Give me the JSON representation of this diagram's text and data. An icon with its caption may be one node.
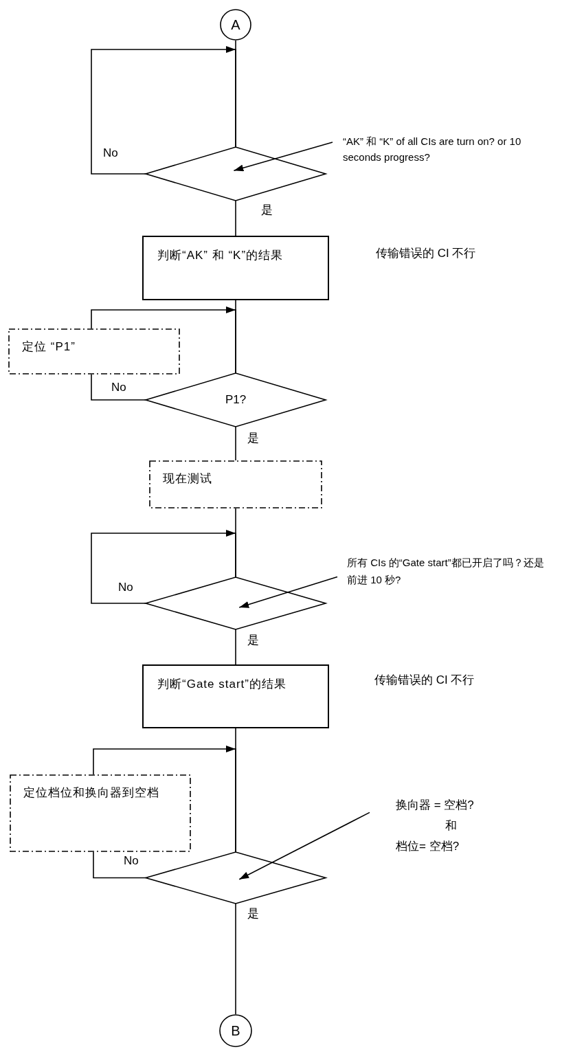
{
  "diagram": {
    "nodes": [
      {
        "text": [
          "A"
        ]
      },
      {
        "text": [],
        "shape": "diamond"
      },
      {
        "text": [
          "“AK” 和 “K” of all CIs are turn on? or 10 seconds progress?"
        ]
      },
      {
        "text": [
          "判断“AK” 和 “K”的结果"
        ],
        "beside": [
          "传输错误的 CI 不行"
        ]
      },
      {
        "text": [
          "定位 “P1”"
        ]
      },
      {
        "text": [
          "P1?"
        ]
      },
      {
        "text": [
          "现在测试"
        ]
      },
      {
        "text": [],
        "shape": "diamond"
      },
      {
        "text": [
          "所有 CIs 的“Gate start”都已开启了吗？还是前进 10 秒?"
        ]
      },
      {
        "text": [
          "判断“Gate start”的结果"
        ],
        "beside": [
          "传输错误的 CI 不行"
        ]
      },
      {
        "text": [
          "定位档位和换向器到空档"
        ]
      },
      {
        "text": [],
        "shape": "diamond"
      },
      {
        "text": [
          "换向器 = 空档?",
          "和",
          "档位= 空档?"
        ]
      },
      {
        "text": [
          "B"
        ]
      }
    ],
    "edges": [
      {
        "from": 0,
        "to": 1,
        "arrow": "none"
      },
      {
        "from": 1,
        "to": 1,
        "arrow": "to",
        "label": "No"
      },
      {
        "from": 2,
        "to": 1,
        "arrow": "to"
      },
      {
        "from": 1,
        "to": 3,
        "arrow": "none",
        "label": "是"
      },
      {
        "from": 3,
        "to": 5,
        "arrow": "none"
      },
      {
        "from": 5,
        "to": 4,
        "arrow": "none",
        "label": "No"
      },
      {
        "from": 4,
        "to": 5,
        "arrow": "to"
      },
      {
        "from": 5,
        "to": 6,
        "arrow": "none",
        "label": "是"
      },
      {
        "from": 6,
        "to": 7,
        "arrow": "none"
      },
      {
        "from": 7,
        "to": 7,
        "arrow": "to",
        "label": "No"
      },
      {
        "from": 8,
        "to": 7,
        "arrow": "to"
      },
      {
        "from": 7,
        "to": 9,
        "arrow": "none",
        "label": "是"
      },
      {
        "from": 9,
        "to": 11,
        "arrow": "none"
      },
      {
        "from": 11,
        "to": 10,
        "arrow": "none",
        "label": "No"
      },
      {
        "from": 10,
        "to": 11,
        "arrow": "to"
      },
      {
        "from": 12,
        "to": 11,
        "arrow": "to"
      },
      {
        "from": 11,
        "to": 13,
        "arrow": "none",
        "label": "是"
      }
    ]
  }
}
